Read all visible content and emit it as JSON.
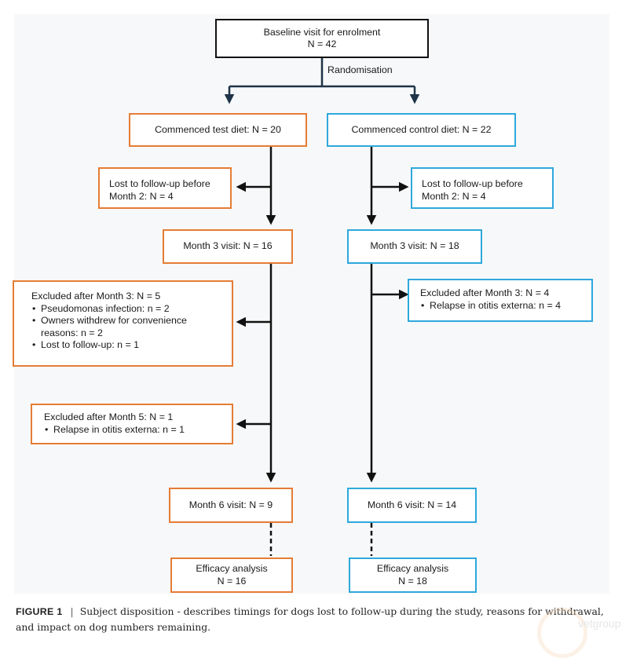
{
  "flow": {
    "baseline": {
      "line1": "Baseline visit for enrolment",
      "line2": "N = 42"
    },
    "randomisation_label": "Randomisation",
    "test_arm": {
      "commenced": "Commenced test diet:  N = 20",
      "lost_month2": {
        "line1": "Lost to follow-up before",
        "line2": "Month 2: N = 4"
      },
      "month3": "Month 3 visit:  N = 16",
      "excluded_m3": {
        "title": "Excluded after Month 3: N = 5",
        "items": [
          "Pseudomonas infection: n = 2",
          "Owners withdrew for convenience reasons: n = 2",
          "Lost to follow-up: n = 1"
        ]
      },
      "excluded_m5": {
        "title": "Excluded after Month 5: N = 1",
        "items": [
          "Relapse in otitis externa: n = 1"
        ]
      },
      "month6": "Month 6 visit:  N = 9",
      "efficacy": {
        "line1": "Efficacy analysis",
        "line2": "N = 16"
      }
    },
    "control_arm": {
      "commenced": "Commenced control diet:  N = 22",
      "lost_month2": {
        "line1": "Lost to follow-up before",
        "line2": "Month 2: N = 4"
      },
      "month3": "Month 3 visit:  N = 18",
      "excluded_m3": {
        "title": "Excluded after Month 3: N = 4",
        "items": [
          "Relapse in otitis externa: n = 4"
        ]
      },
      "month6": "Month 6 visit:  N = 14",
      "efficacy": {
        "line1": "Efficacy analysis",
        "line2": "N = 18"
      }
    }
  },
  "caption": {
    "label": "FIGURE 1",
    "separator": "|",
    "text": "Subject disposition - describes timings for dogs lost to follow-up during the study, reasons for withdrawal, and impact on dog numbers remaining."
  },
  "watermark": {
    "text": "vetgroup"
  },
  "colors": {
    "test_arm": "#e57c35",
    "control_arm": "#2ea8dc",
    "neutral": "#111111",
    "randomisation_line": "#1e3448"
  }
}
